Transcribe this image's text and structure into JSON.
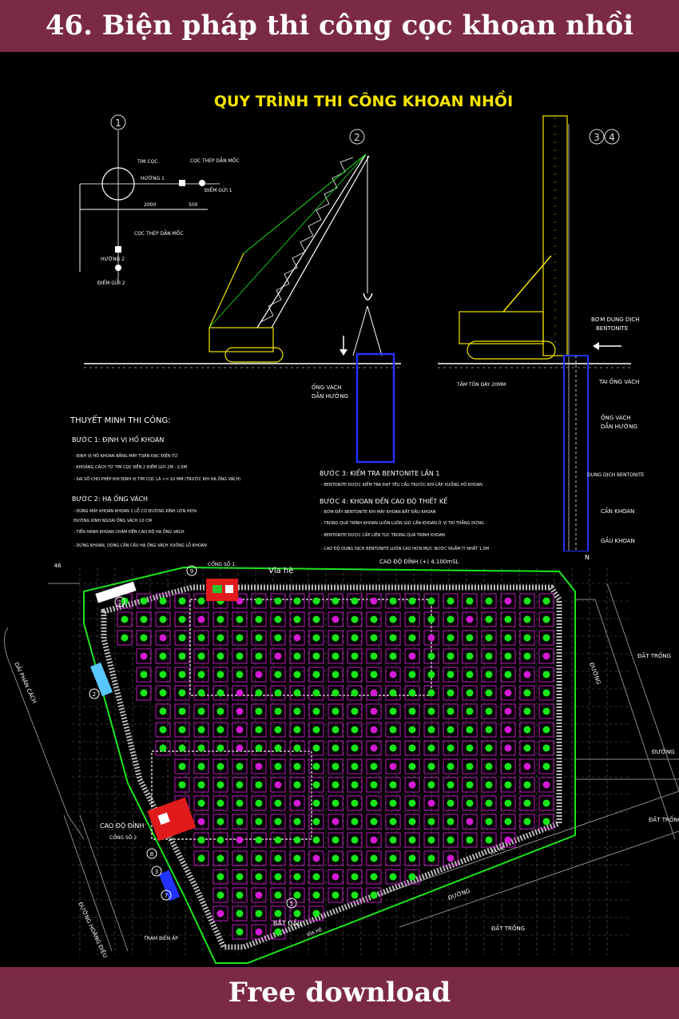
{
  "header": {
    "title": "46. Biện pháp thi công cọc khoan nhồi"
  },
  "footer": {
    "cta": "Free download"
  },
  "process_drawing": {
    "title": "QUY TRÌNH THI CÔNG KHOAN NHỒI",
    "step_markers": {
      "one": "1",
      "two": "2",
      "three": "3",
      "four": "4"
    },
    "layout_labels": {
      "tim_coc": "TIM CỌC",
      "coc_thep_1": "CỌC THÉP DẪN MỐC",
      "huong_1": "HƯỚNG 1",
      "diem_gui_1": "ĐIỂM GỬI 1",
      "dim_2000": "2000",
      "dim_500": "500",
      "coc_thep_2": "CỌC THÉP DẪN MỐC",
      "huong_2": "HƯỚNG 2",
      "diem_gui_2": "ĐIỂM GỬI 2"
    },
    "casing_labels": {
      "ong_vach": "ỐNG VÁCH",
      "dan_huong": "DẪN HƯỚNG"
    },
    "rig_labels": {
      "bom_dung_dich": "BƠM DUNG DỊCH",
      "bentonite": "BENTONITE",
      "tam_ton": "TẤM TÔN DÀY 20MM",
      "tai_ong_vach": "TAI ỐNG VÁCH",
      "ong_vach": "ỐNG VÁCH",
      "dan_huong": "DẪN HƯỚNG",
      "dung_dich": "DUNG DỊCH BENTONITE",
      "can_khoan": "CẦN KHOAN",
      "gau_khoan": "GẦU KHOAN"
    },
    "notes": {
      "heading": "THUYẾT MINH THI CÔNG:",
      "step1_title": "BƯỚC 1: ĐỊNH VỊ HỐ KHOAN",
      "step1_lines": [
        "- ĐỊNH VỊ HỐ KHOAN BẰNG MÁY TOÀN ĐẠC ĐIỆN TỬ",
        "- KHOẢNG CÁCH TỪ TIM CỌC ĐẾN 2 ĐIỂM GỬI 2M - 2,5M",
        "- SAI SỐ CHO PHÉP KHI ĐỊNH VỊ TIM CỌC LÀ <= 10 MM (TRƯỚC KHI HẠ ỐNG VÁCH)"
      ],
      "step2_title": "BƯỚC 2: HẠ ỐNG VÁCH",
      "step2_lines": [
        "- DÙNG MÁY KHOAN KHOAN 1 LỖ CÓ ĐƯỜNG KÍNH LỚN HƠN",
        "  ĐƯỜNG KÍNH NGOÀI ỐNG VÁCH 10 CM",
        "- TIẾN HÀNH KHOAN CHẬM ĐẾN CAO ĐỘ HẠ ỐNG VÁCH",
        "- DỪNG KHOAN, DÙNG CẦN CẨU HẠ ỐNG VÁCH XUỐNG LỖ KHOAN"
      ],
      "step3_title": "BƯỚC 3: KIỂM TRA BENTONITE LẦN 1",
      "step3_lines": [
        "- BENTONITE ĐƯỢC KIỂM TRA ĐẠT YÊU CẦU TRƯỚC KHI CẤP XUỐNG HỐ KHOAN"
      ],
      "step4_title": "BƯỚC 4: KHOAN ĐẾN CAO ĐỘ THIẾT KẾ",
      "step4_lines": [
        "- BƠM ĐẦY BENTONITE KHI MÁY KHOAN BẮT ĐẦU KHOAN",
        "- TRONG QUÁ TRÌNH KHOAN LUÔN LUÔN GIỮ CẦN KHOAN Ở VỊ TRÍ THẲNG ĐỨNG",
        "- BENTONITE ĐƯỢC CẤP LIÊN TỤC TRONG QUÁ TRÌNH KHOAN",
        "- CAO ĐỘ DUNG DỊCH BENTONITE LUÔN CAO HƠN MỰC NƯỚC NGẦM ÍT NHẤT 1,5M"
      ]
    }
  },
  "site_plan": {
    "via_he": "Vỉa hè",
    "cong_so_1": "CỔNG SỐ 1",
    "cao_do_dinh_top": "CAO ĐỘ ĐỈNH (+) 4.100mSL",
    "dai_phan_cach": "DẢI PHÂN CÁCH",
    "duong_right": "ĐƯỜNG",
    "dat_trong_1": "ĐẤT TRỐNG",
    "duong_2": "ĐƯỜNG",
    "dat_trong_2": "ĐẤT TRỐNG",
    "cao_do_dinh_left": "CAO ĐỘ ĐỈNH",
    "cong_so_2": "CỔNG SỐ 2",
    "duong_hoang_dieu": "ĐƯỜNG HOÀNG ĐIỆU",
    "tram_bien_ap": "TRẠM BIẾN ÁP",
    "bat_dau": "BẮT ĐẦU",
    "duong_bottom": "ĐƯỜNG",
    "dat_trong_3": "ĐẤT TRỐNG",
    "via_he_bottom": "VỈA HÈ",
    "via_he_right": "VỈA HÈ",
    "north": "N",
    "markers": {
      "m1": "1",
      "m2": "2",
      "m3": "3",
      "m5": "5",
      "m7": "7",
      "m8": "8",
      "m9": "9",
      "m46": "46"
    }
  },
  "colors": {
    "banner": "#7b2a45",
    "cad_bg": "#000000",
    "title_yellow": "#f5e400",
    "pile_green": "#19e619",
    "pile_magenta": "#d41ad4",
    "casing_blue": "#2233ff"
  }
}
